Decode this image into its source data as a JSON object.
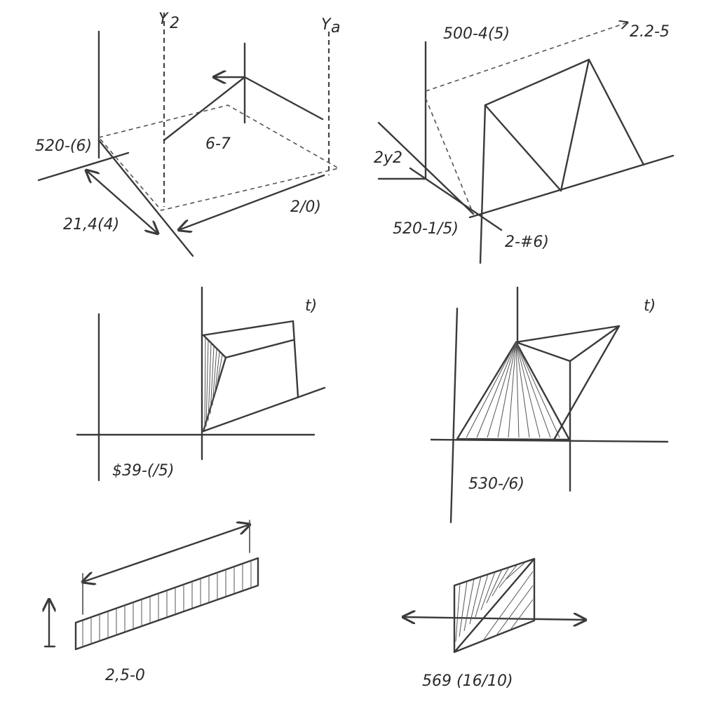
{
  "labels": {
    "p1_y2": "Y",
    "p1_y2_sub": "2",
    "p1_ya": "Y",
    "p1_ya_sub": "a",
    "p1_left": "520-(6)",
    "p1_center": "6-7",
    "p1_right": "2/0)",
    "p1_bottom": "21,4(4)",
    "p2_top": "500-4(5)",
    "p2_arrow": "2.2-5",
    "p2_left": "2y2",
    "p2_bottom_left": "520-1/5)",
    "p2_bottom_right": "2-#6)",
    "p3_corner": "t)",
    "p3_bottom": "$39-(/5)",
    "p4_corner": "t)",
    "p4_bottom": "530-/6)",
    "p5_bottom": "2,5-0",
    "p6_bottom": "569 (16/10)"
  }
}
